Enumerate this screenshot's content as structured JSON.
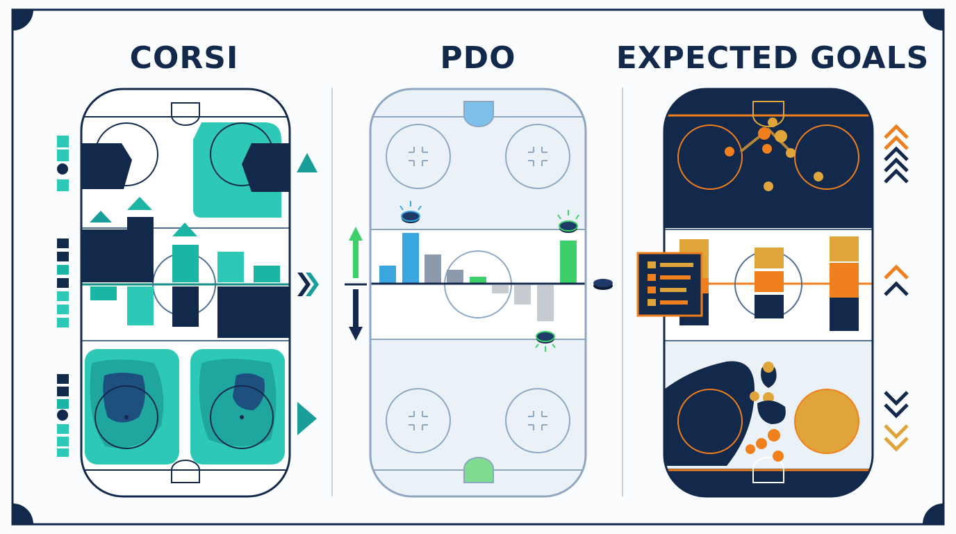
{
  "panels": [
    {
      "title": "CORSI"
    },
    {
      "title": "PDO"
    },
    {
      "title": "EXPECTED GOALS"
    }
  ],
  "colors": {
    "navy": "#13294b",
    "teal": "#1bb5a6",
    "teal_light": "#2ec9b6",
    "teal_dark": "#0f8f86",
    "pdo_blue": "#3aa6e0",
    "pdo_green": "#3ccf6a",
    "pdo_gray": "#8c9aab",
    "xg_orange": "#f07f1e",
    "xg_gold": "#e0a53a",
    "rink_line": "#4f6f93",
    "pdo_rink_fill": "#eaf2f8"
  },
  "icons": [
    "up-triangle-icon",
    "right-chevron-icon",
    "right-triangle-icon",
    "up-arrow-icon",
    "down-arrow-icon",
    "puck-icon",
    "double-chevron-up-icon",
    "double-chevron-down-icon",
    "list-card-icon"
  ]
}
